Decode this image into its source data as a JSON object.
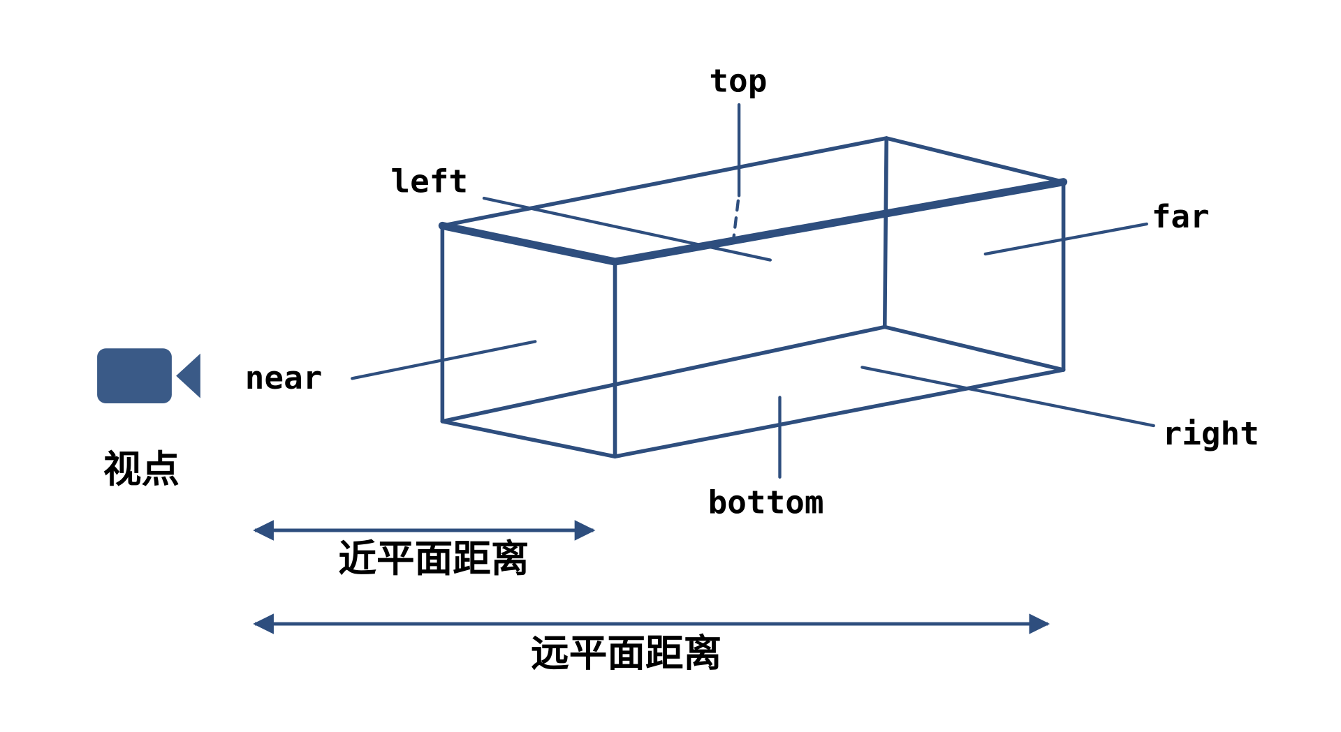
{
  "diagram": {
    "type": "view-frustum-projection-volume",
    "plane_labels": {
      "top": "top",
      "left": "left",
      "far": "far",
      "near": "near",
      "right": "right",
      "bottom": "bottom"
    },
    "annotations": {
      "viewpoint": "视点",
      "near_plane_distance": "近平面距离",
      "far_plane_distance": "远平面距离"
    },
    "icons": {
      "camera": "camera-icon"
    },
    "colors": {
      "line": "#2E4E7E",
      "camera": "#3A5A87",
      "text": "#000000",
      "background": "#FFFFFF"
    }
  }
}
